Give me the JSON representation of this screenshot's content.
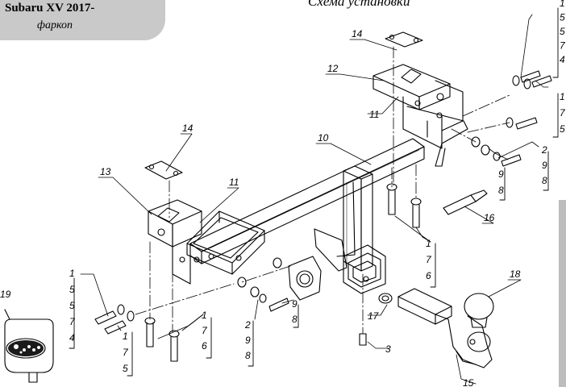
{
  "header": {
    "model": "Subaru XV 2017-",
    "subtitle": "фаркоп",
    "title": "Схема установки"
  },
  "stacks": [
    {
      "id": "stack-top-right",
      "values": [
        "1",
        "5",
        "5",
        "7",
        "4"
      ]
    },
    {
      "id": "stack-right-1",
      "values": [
        "1",
        "7",
        "5"
      ]
    },
    {
      "id": "stack-right-2",
      "values": [
        "2",
        "9",
        "8"
      ]
    },
    {
      "id": "stack-right-9",
      "values": [
        "9",
        "8"
      ]
    },
    {
      "id": "stack-left",
      "values": [
        "1",
        "5",
        "5",
        "7",
        "4"
      ]
    },
    {
      "id": "stack-left-1",
      "values": [
        "1",
        "7",
        "5"
      ]
    },
    {
      "id": "stack-left-bottom-1",
      "values": [
        "1",
        "7",
        "6"
      ]
    },
    {
      "id": "stack-center-2",
      "values": [
        "2",
        "9",
        "8"
      ]
    },
    {
      "id": "stack-center-9",
      "values": [
        "9",
        "8"
      ]
    },
    {
      "id": "stack-center-1",
      "values": [
        "1",
        "7",
        "6"
      ]
    }
  ],
  "callouts": [
    "14",
    "12",
    "11",
    "10",
    "14",
    "13",
    "11",
    "16",
    "18",
    "19",
    "17",
    "3",
    "15"
  ],
  "colors": {
    "tab": "#c9c9c9",
    "line": "#000000",
    "bar": "#bdbdbd"
  }
}
